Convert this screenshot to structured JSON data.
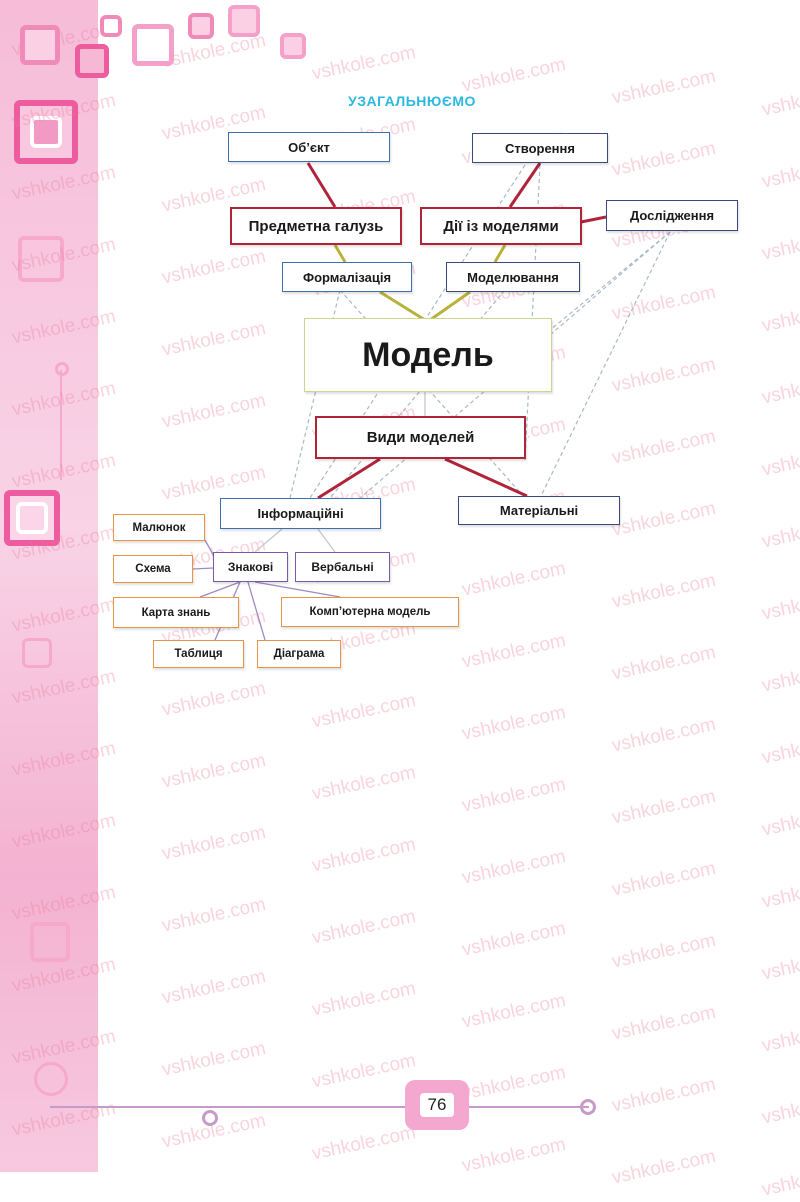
{
  "watermark": "vshkole.com",
  "heading": "УЗАГАЛЬНЮЄМО",
  "page_number": "76",
  "colors": {
    "heading": "#2bb8e0",
    "red_border": "#b0243a",
    "blue_border": "#3c6fb3",
    "purple_border": "#7a5aa8",
    "orange_border": "#e8934a",
    "main_border": "#c9d98a",
    "sidebar_pink": "#f6bcd8"
  },
  "diagram": {
    "main": "Модель",
    "object": "Об’єкт",
    "subject_area": "Предметна галузь",
    "creation": "Створення",
    "model_actions": "Дії із моделями",
    "research": "Дослідження",
    "formalization": "Формалізація",
    "modeling": "Моделювання",
    "model_types": "Види моделей",
    "informational": "Інформаційні",
    "material": "Матеріальні",
    "sign": "Знакові",
    "verbal": "Вербальні",
    "picture": "Малюнок",
    "scheme": "Схема",
    "knowledge_map": "Карта знань",
    "computer_model": "Комп’ютерна модель",
    "table": "Таблиця",
    "diagram_chart": "Діаграма"
  }
}
